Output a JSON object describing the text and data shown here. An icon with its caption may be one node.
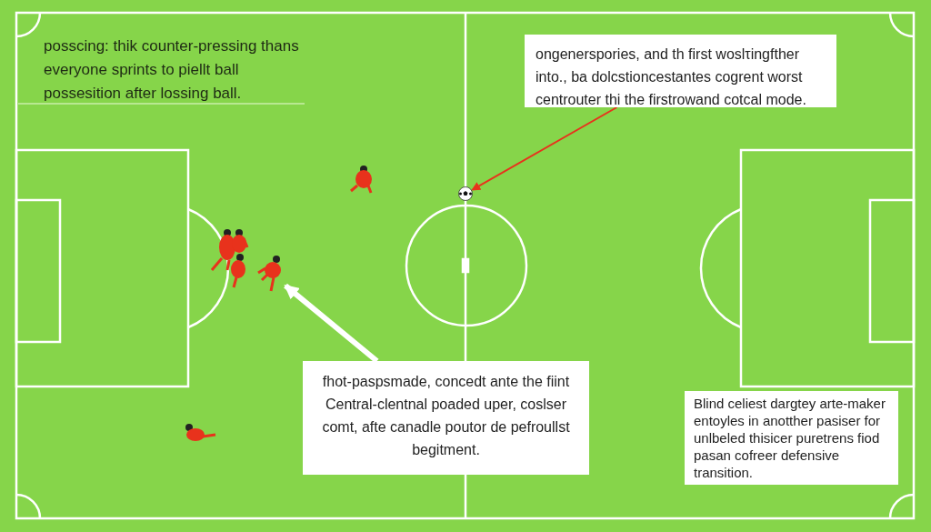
{
  "diagram": {
    "nodes": [
      {
        "text": [
          "ongenerspories, and th first woslτingfther into., ba dolcstioncestantes cogrent worst centrouter thi the firstrowand cotcal mode."
        ]
      },
      {
        "text": [],
        "shape": "picture"
      },
      {
        "text": [
          "fhot-paspsmade, concedt ante the fiint Central-clentnal poaded uper, coslser comt, afte canadle poutor de pefroullst begitment."
        ]
      },
      {
        "text": [],
        "shape": "person"
      },
      {
        "text": [
          "Blind celiest dargtey arte-maker entoyles in anotther pasiser for unlbeled thisicer puretrens fiod pasan cofreer defensive transition."
        ]
      }
    ],
    "edges": [
      {
        "from": 0,
        "to": 1,
        "arrow": "to",
        "color": "#e8321c"
      },
      {
        "from": 2,
        "to": 3,
        "arrow": "to",
        "style": "thick",
        "color": "#ffffff"
      }
    ],
    "labels": [
      "posscing: thik counter-pressing thans everyone sprints to piellt ball possesition after lossing ball."
    ]
  }
}
